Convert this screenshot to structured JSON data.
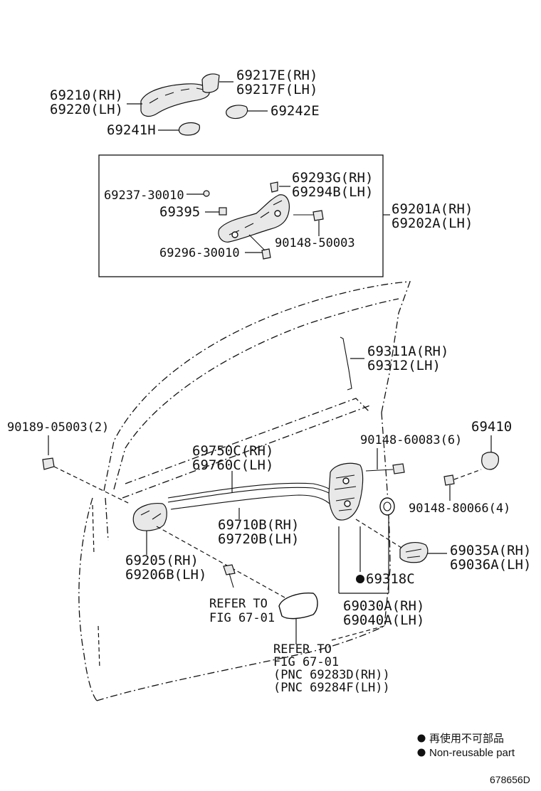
{
  "labels": {
    "handle_outer_1": "69210(RH)",
    "handle_outer_2": "69220(LH)",
    "cap_1": "69217E(RH)",
    "cap_2": "69217F(LH)",
    "pad_242": "69242E",
    "pad_241": "69241H",
    "frame_1": "69201A(RH)",
    "frame_2": "69202A(LH)",
    "p69293_1": "69293G(RH)",
    "p69293_2": "69294B(LH)",
    "p69237": "69237-30010",
    "p69395": "69395",
    "p90148_50003": "90148-50003",
    "p69296": "69296-30010",
    "rod_1": "69311A(RH)",
    "rod_2": "69312(LH)",
    "screw_90189": "90189-05003(2)",
    "bolt_90148_60083": "90148-60083(6)",
    "p69410": "69410",
    "cable_1": "69750C(RH)",
    "cable_2": "69760C(LH)",
    "cable2_1": "69710B(RH)",
    "cable2_2": "69720B(LH)",
    "screw_90148_80066": "90148-80066(4)",
    "inner_1": "69205(RH)",
    "inner_2": "69206B(LH)",
    "striker_1": "69035A(RH)",
    "striker_2": "69036A(LH)",
    "p69318": "69318C",
    "lock_1": "69030A(RH)",
    "lock_2": "69040A(LH)",
    "refer1_1": "REFER TO",
    "refer1_2": "FIG 67-01",
    "refer2_1": "REFER TO",
    "refer2_2": "FIG 67-01",
    "refer2_3": "(PNC 69283D(RH))",
    "refer2_4": "(PNC 69284F(LH))"
  },
  "legend": {
    "jp": "再使用不可部品",
    "en": "Non-reusable part",
    "bullet_icon": "filled-circle-icon"
  },
  "figure_id": "678656D"
}
